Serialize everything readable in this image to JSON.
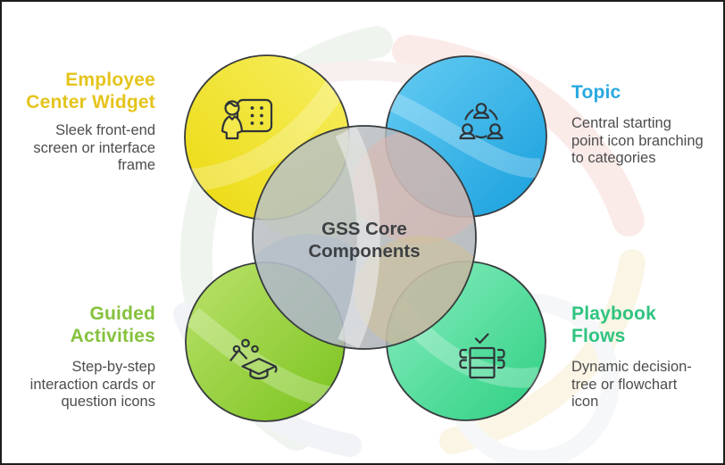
{
  "center": {
    "label_lines": [
      "GSS Core",
      "Components"
    ],
    "circle_color": "#aeb2b6",
    "text_color": "#3d4144"
  },
  "sections": [
    {
      "id": "employee-center-widget",
      "title_lines": [
        "Employee",
        "Center Widget"
      ],
      "desc_lines": [
        "Sleek front-end",
        "screen or interface",
        "frame"
      ],
      "accent_color": "#e5c41c",
      "circle_gradient": [
        "#ecd90e",
        "#f6ef62"
      ],
      "icon": "person-widget-icon",
      "position": "top-left"
    },
    {
      "id": "topic",
      "title_lines": [
        "Topic"
      ],
      "desc_lines": [
        "Central starting",
        "point icon branching",
        "to categories"
      ],
      "accent_color": "#29a9e1",
      "circle_gradient": [
        "#189fdd",
        "#66cdf3"
      ],
      "icon": "team-network-icon",
      "position": "top-right"
    },
    {
      "id": "guided-activities",
      "title_lines": [
        "Guided",
        "Activities"
      ],
      "desc_lines": [
        "Step-by-step",
        "interaction cards or",
        "question icons"
      ],
      "accent_color": "#85c23d",
      "circle_gradient": [
        "#79c31d",
        "#bce26c"
      ],
      "icon": "graduation-cap-icon",
      "position": "bottom-left"
    },
    {
      "id": "playbook-flows",
      "title_lines": [
        "Playbook",
        "Flows"
      ],
      "desc_lines": [
        "Dynamic decision-",
        "tree or flowchart",
        "icon"
      ],
      "accent_color": "#2fc47f",
      "circle_gradient": [
        "#2ccf82",
        "#8beec0"
      ],
      "icon": "flowchart-check-icon",
      "position": "bottom-right"
    }
  ],
  "desc_text_color": "#4d4d4d",
  "outline_color": "#383c3e"
}
